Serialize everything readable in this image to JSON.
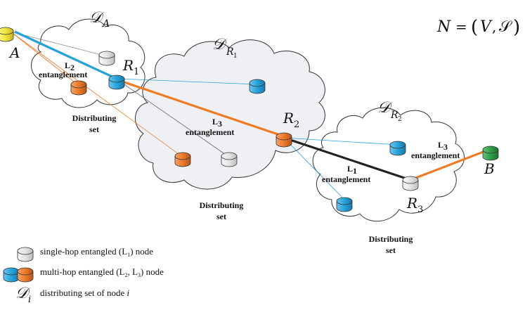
{
  "formula": {
    "lhs": "N",
    "eq": "=",
    "open": "(",
    "V": "V",
    "comma": ",",
    "S": "𝒮",
    "close": ")"
  },
  "clouds": {
    "A": {
      "script": "𝒟",
      "sub": "A"
    },
    "R1": {
      "script": "𝒟",
      "sub": "R",
      "subsub": "1"
    },
    "R2": {
      "script": "𝒟",
      "sub": "R",
      "subsub": "2"
    }
  },
  "nodes": {
    "A": "A",
    "B": "B",
    "R1": {
      "main": "R",
      "sub": "1"
    },
    "R2": {
      "main": "R",
      "sub": "2"
    },
    "R3": {
      "main": "R",
      "sub": "3"
    }
  },
  "link_labels": {
    "l2": {
      "level": "L",
      "sub": "2",
      "word": "entanglement"
    },
    "l3_mid": {
      "level": "L",
      "sub": "3",
      "word": "entanglement"
    },
    "l1": {
      "level": "L",
      "sub": "1",
      "word": "entanglement"
    },
    "l3_right": {
      "level": "L",
      "sub": "3",
      "word": "entanglement"
    }
  },
  "distributing_sets": {
    "left": {
      "line1": "Distributing",
      "line2": "set"
    },
    "mid": {
      "line1": "Distributing",
      "line2": "set"
    },
    "right": {
      "line1": "Distributing",
      "line2": "set"
    }
  },
  "legend": {
    "single_hop": "single-hop entangled (L",
    "single_hop_sub": "1",
    "single_hop_end": ") node",
    "multi_hop": "multi-hop entangled (L",
    "multi_hop_sub1": "2",
    "multi_hop_mid": ", L",
    "multi_hop_sub2": "3",
    "multi_hop_end": ") node",
    "dset_symbol": "𝒟",
    "dset_sub": "i",
    "dset_text": "distributing set of node ",
    "dset_var": "i"
  },
  "colors": {
    "white_node": "#ebebeb",
    "blue_node": "#27a3dc",
    "orange_node": "#ec7a2a",
    "yellow_node": "#f3e640",
    "green_node": "#2e9f47",
    "blue_link": "#27a3dc",
    "orange_link": "#ef7b23",
    "black_link": "#222222",
    "cloud_fill": "#eef0f3"
  }
}
